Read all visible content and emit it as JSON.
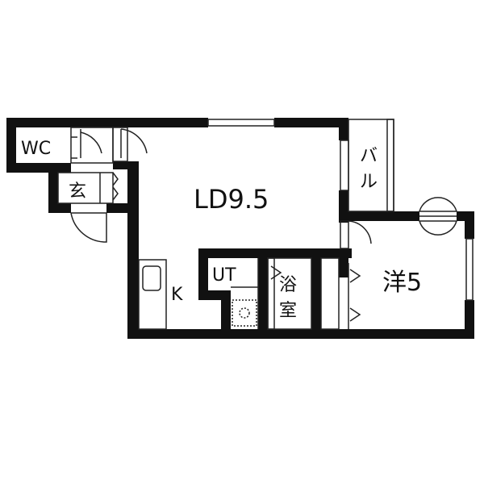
{
  "rooms": {
    "wc": "WC",
    "entrance": "玄",
    "ldk": "LD9.5",
    "kitchen": "K",
    "utility": "UT",
    "bath_top": "浴",
    "bath_bottom": "室",
    "western_room": "洋5",
    "balcony_top": "バ",
    "balcony_bottom": "ル"
  },
  "colors": {
    "wall": "#111111",
    "line": "#222222",
    "background": "#ffffff"
  }
}
